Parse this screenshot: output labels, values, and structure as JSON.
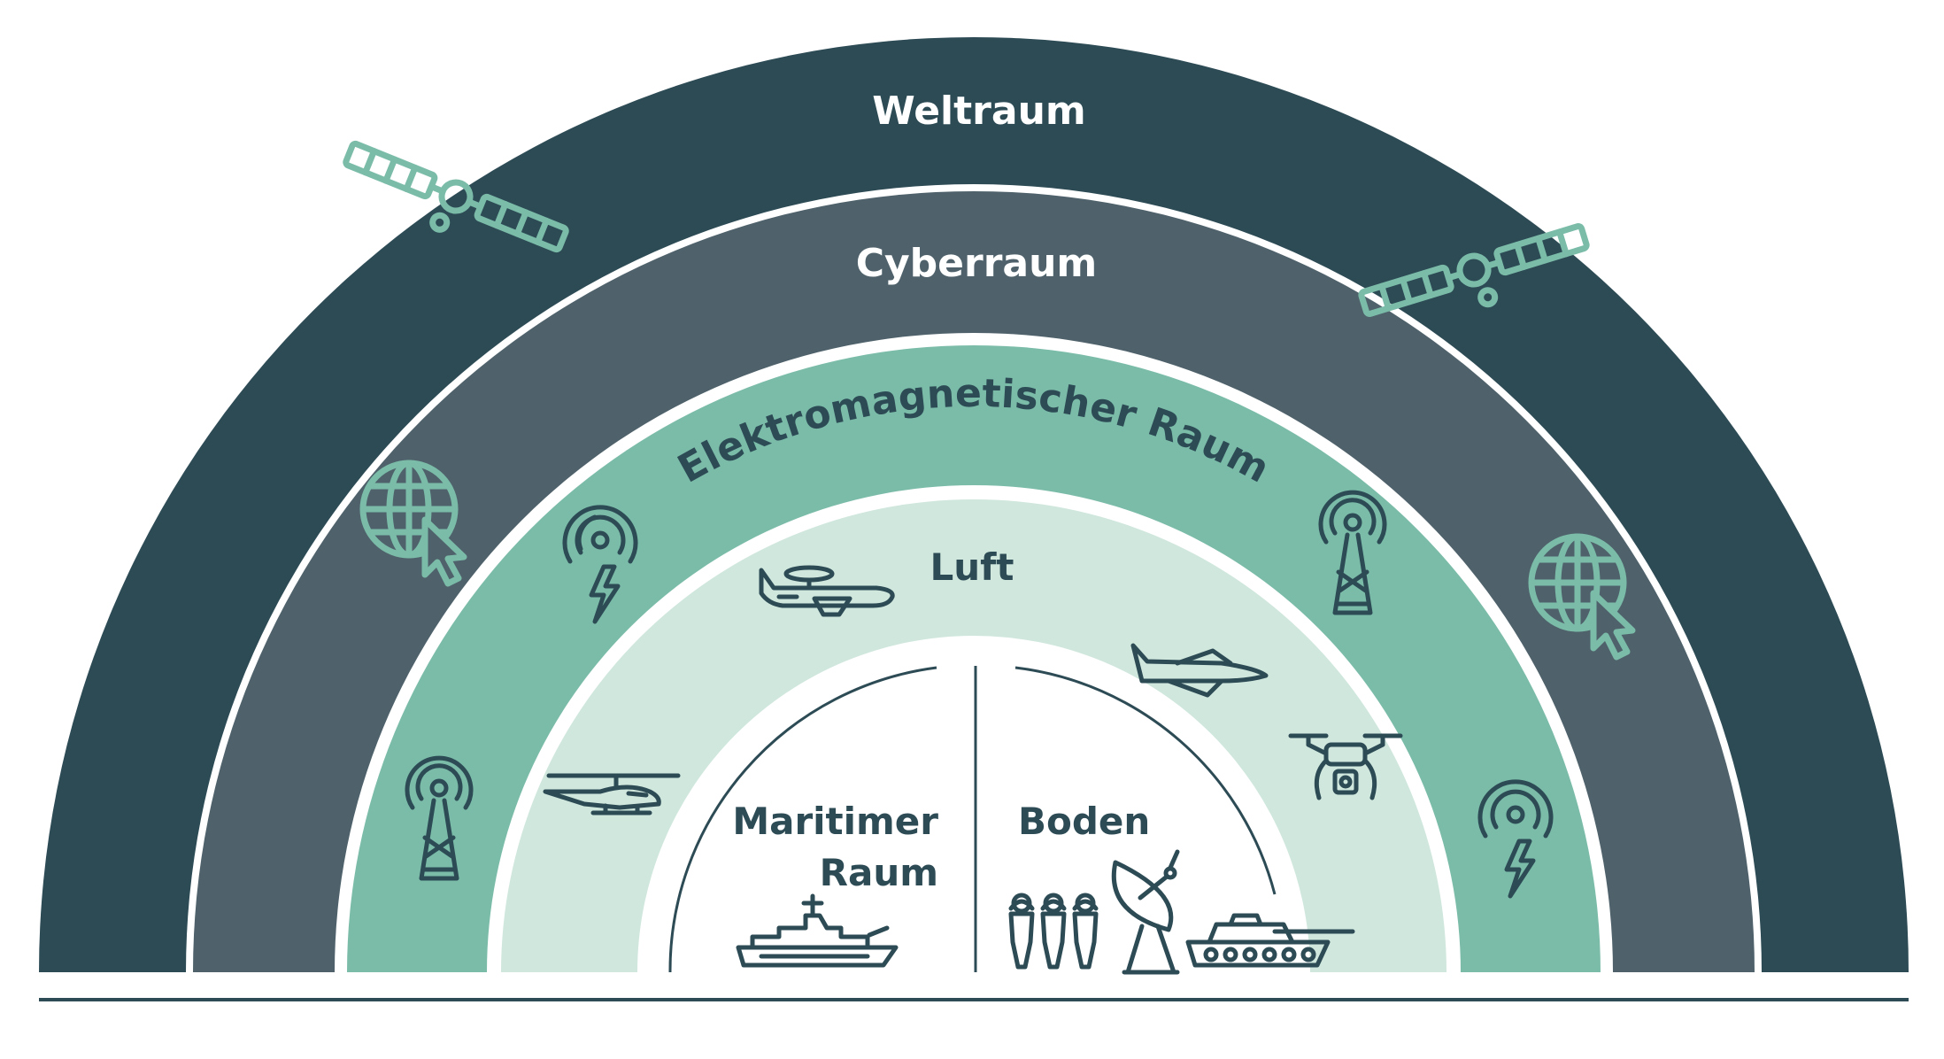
{
  "colors": {
    "space": "#2d4b55",
    "cyber": "#4f626b",
    "electromagnetic": "#7bbca9",
    "air": "#d0e7dd",
    "core": "#ffffff",
    "label_light": "#ffffff",
    "label_dark": "#2d4b55",
    "icon_teal": "#7bbca9",
    "icon_dark": "#2d4b55"
  },
  "domains": {
    "space": {
      "label": "Weltraum"
    },
    "cyber": {
      "label": "Cyberraum"
    },
    "electromagnetic": {
      "label": "Elektromagnetischer Raum"
    },
    "air": {
      "label": "Luft"
    },
    "maritime": {
      "label_line1": "Maritimer",
      "label_line2": "Raum"
    },
    "land": {
      "label": "Boden"
    }
  },
  "icons": {
    "satellite": "satellite-icon",
    "globe_cursor": "globe-cursor-icon",
    "broadcast": "broadcast-signal-icon",
    "radio_tower": "radio-tower-icon",
    "awacs": "awacs-aircraft-icon",
    "fighter_jet": "fighter-jet-icon",
    "drone": "drone-icon",
    "helicopter": "helicopter-icon",
    "warship": "warship-icon",
    "soldiers": "soldiers-icon",
    "radar_dish": "radar-dish-icon",
    "tank": "tank-icon"
  }
}
